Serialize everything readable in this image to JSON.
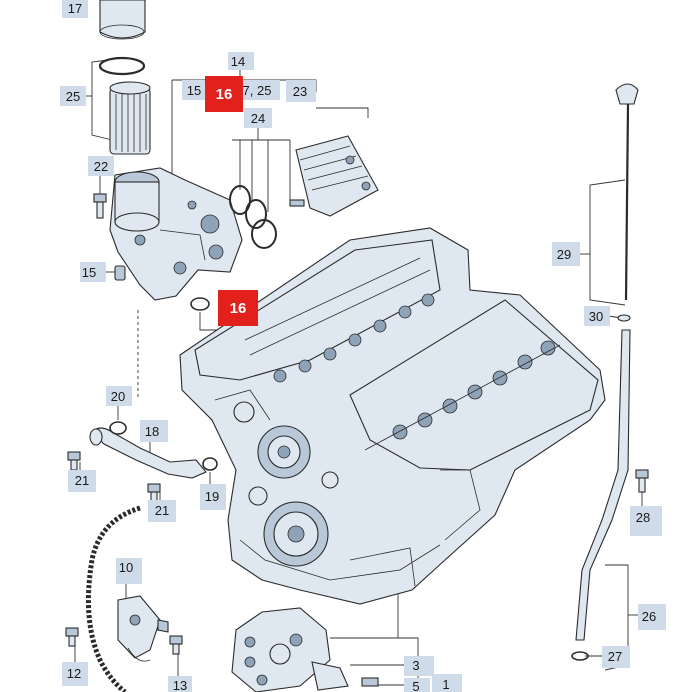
{
  "labels": {
    "l17": "17",
    "l25a": "25",
    "l14": "14",
    "l15a": "15",
    "l16a": "16",
    "l725": "7, 25",
    "l23": "23",
    "l24": "24",
    "l22": "22",
    "l15b": "15",
    "l16b": "16",
    "l29": "29",
    "l30": "30",
    "l20": "20",
    "l18": "18",
    "l21a": "21",
    "l21b": "21",
    "l19": "19",
    "l28": "28",
    "l10": "10",
    "l26": "26",
    "l12": "12",
    "l13": "13",
    "l27": "27",
    "l3": "3",
    "l5": "5",
    "l1": "1"
  },
  "colors": {
    "label_bg": "#cfdbe8",
    "highlight": "#e2211c",
    "part_fill": "#dfe8f1"
  }
}
